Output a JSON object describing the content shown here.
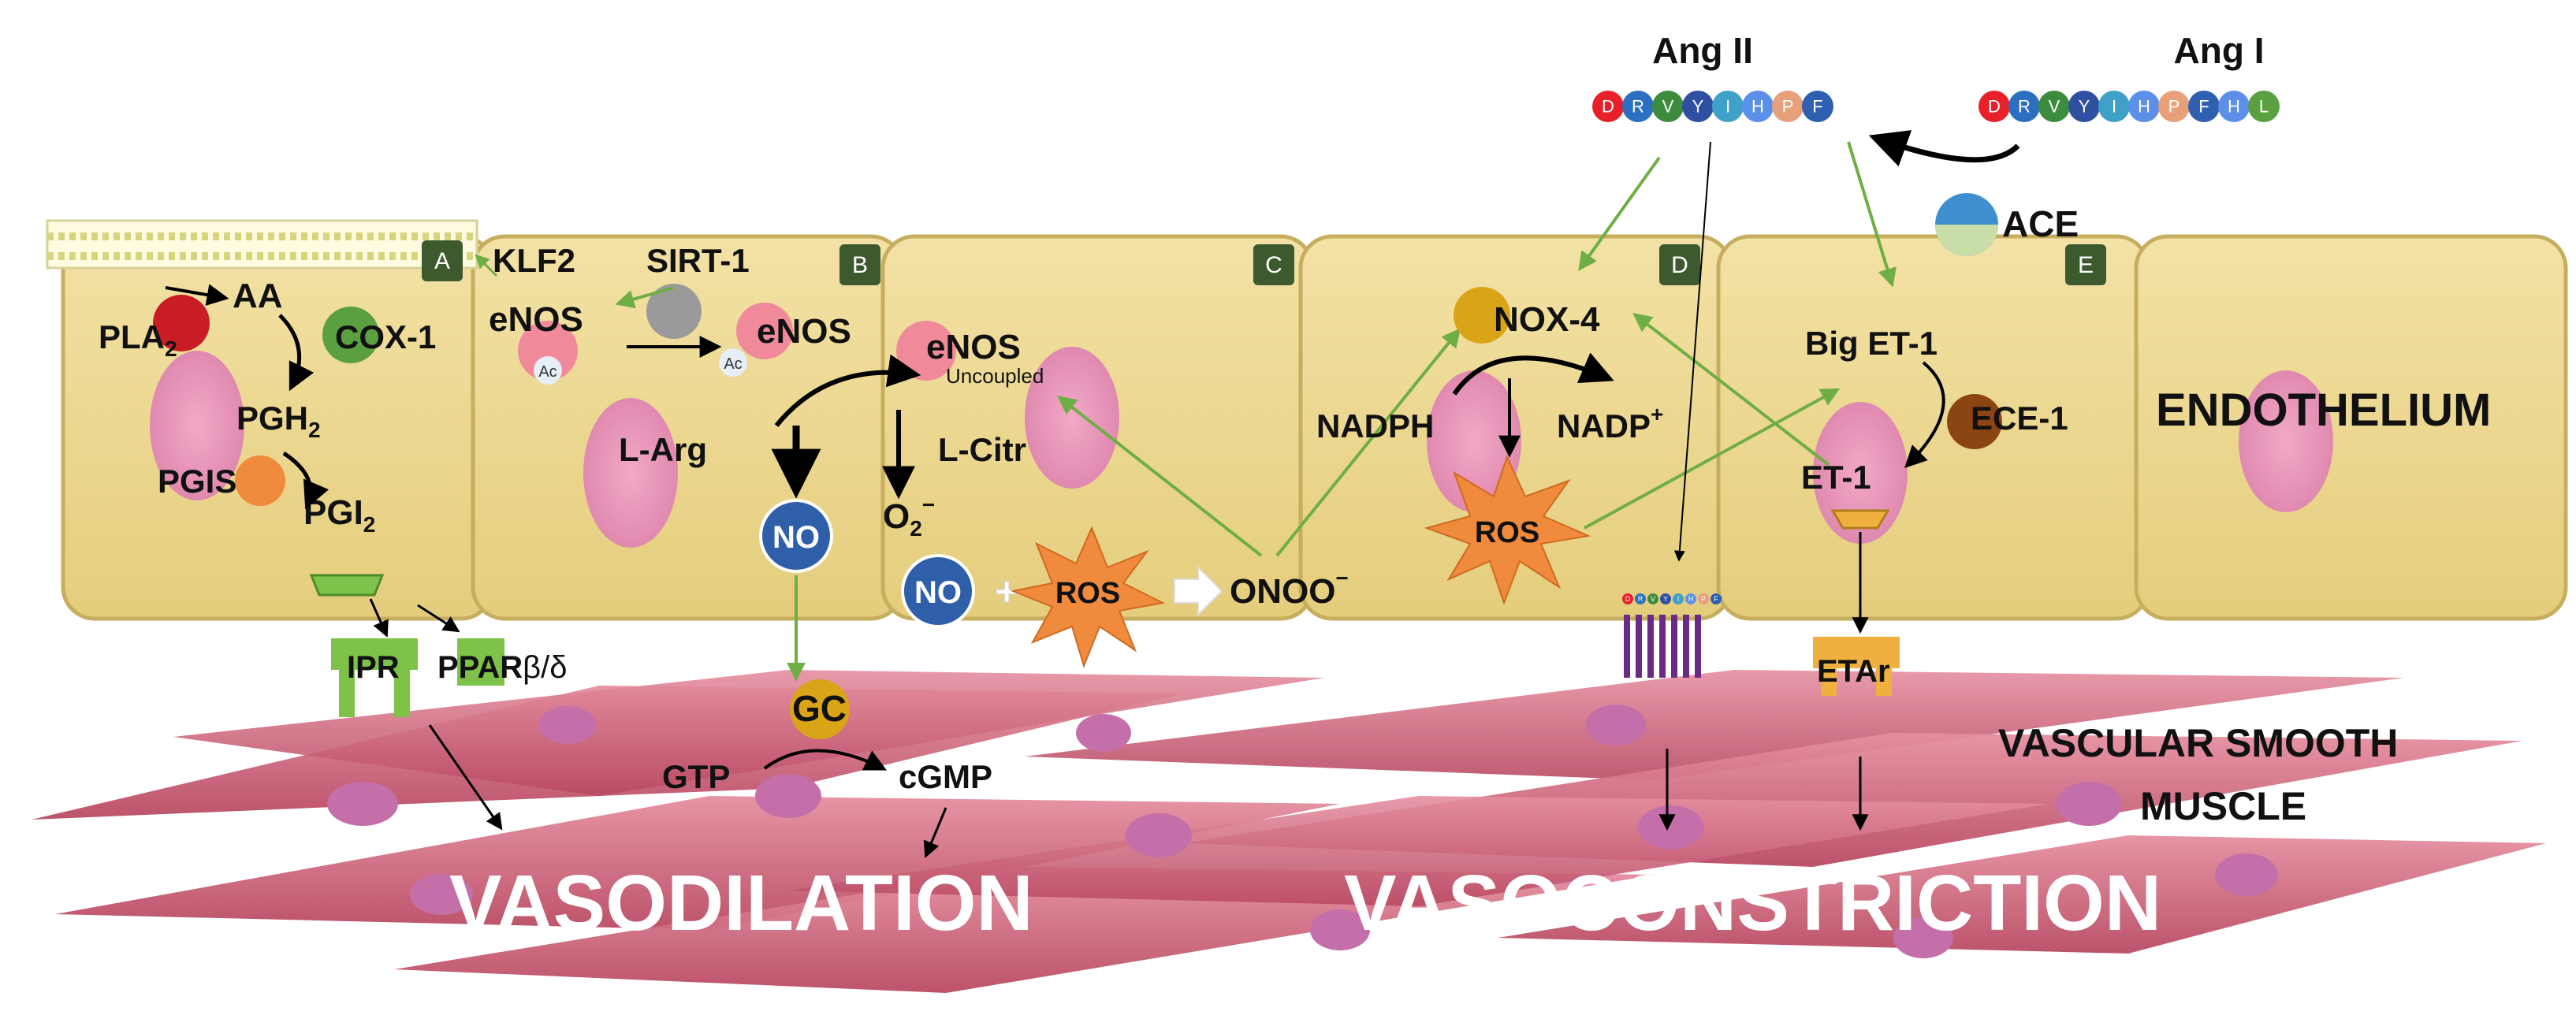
{
  "angiotensin": {
    "ang2_title": "Ang II",
    "ang1_title": "Ang I",
    "ang2_residues": [
      "D",
      "R",
      "V",
      "Y",
      "I",
      "H",
      "P",
      "F"
    ],
    "ang1_residues": [
      "D",
      "R",
      "V",
      "Y",
      "I",
      "H",
      "P",
      "F",
      "H",
      "L"
    ],
    "residue_colors": {
      "D": "#e8202a",
      "R": "#2a6fc0",
      "V": "#3d8b3d",
      "Y": "#2f4fa0",
      "I": "#3fa0c8",
      "H": "#5b8fe8",
      "P": "#e8a07a",
      "F": "#2f5fb0",
      "L": "#5aa040"
    },
    "ace": "ACE"
  },
  "panels": {
    "a": "A",
    "b": "B",
    "c": "C",
    "d": "D",
    "e": "E"
  },
  "labels": {
    "pla2": "PLA",
    "pla2_sub": "2",
    "aa": "AA",
    "cox1": "COX-1",
    "pgh2": "PGH",
    "pgh2_sub": "2",
    "pgis": "PGIS",
    "pgi2": "PGI",
    "pgi2_sub": "2",
    "ipr": "IPR",
    "ppar": "PPAR",
    "ppar_suffix": "β/δ",
    "klf2": "KLF2",
    "sirt1": "SIRT-1",
    "enos_ac": "eNOS",
    "ac": "Ac",
    "enos": "eNOS",
    "enos_uncoupled": "eNOS",
    "uncoupled": "Uncoupled",
    "larg": "L-Arg",
    "lcitr": "L-Citr",
    "no": "NO",
    "o2": "O",
    "o2_sub": "2",
    "o2_sup": "−",
    "no2": "NO",
    "ros": "ROS",
    "onoo": "ONOO",
    "onoo_sup": "−",
    "gc": "GC",
    "gtp": "GTP",
    "cgmp": "cGMP",
    "nox4": "NOX-4",
    "nadph": "NADPH",
    "nadp": "NADP",
    "nadp_sup": "+",
    "ros2": "ROS",
    "big_et1": "Big ET-1",
    "ece1": "ECE-1",
    "et1": "ET-1",
    "etar": "ETAr",
    "endothelium": "ENDOTHELIUM",
    "vsm_line1": "VASCULAR SMOOTH",
    "vsm_line2": "MUSCLE",
    "vasodilation": "VASODILATION",
    "vasoconstriction": "VASOCONSTRICTION"
  }
}
